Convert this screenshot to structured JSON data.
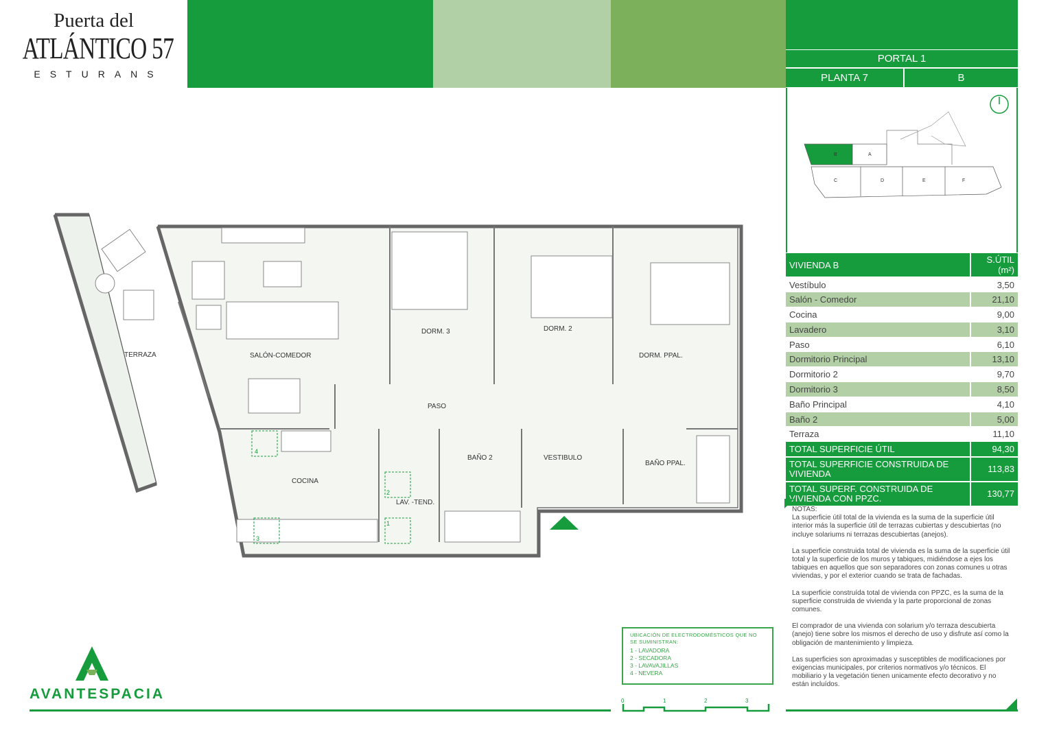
{
  "brand": {
    "line1": "Puerta del",
    "line2": "ATLÁNTICO 57",
    "line3": "ESTURANS"
  },
  "header": {
    "portal": "PORTAL 1",
    "planta": "PLANTA 7",
    "vivienda": "B",
    "colors": [
      "#169c3c",
      "#b2d0a6",
      "#7db05a"
    ]
  },
  "keyplan": {
    "labels": [
      "B",
      "A",
      "C",
      "D",
      "E",
      "F"
    ]
  },
  "rooms": {
    "terraza": "TERRAZA",
    "salon": "SALÓN-COMEDOR",
    "dorm3": "DORM. 3",
    "dorm2": "DORM. 2",
    "dormppal": "DORM. PPAL.",
    "paso": "PASO",
    "bano2": "BAÑO 2",
    "vestibulo": "VESTIBULO",
    "banoppal": "BAÑO PPAL.",
    "cocina": "COCINA",
    "lav": "LAV. -TEND.",
    "markers": [
      "1",
      "2",
      "3",
      "4"
    ]
  },
  "table": {
    "header": [
      "VIVIENDA B",
      "S.ÚTIL (m²)"
    ],
    "rows": [
      {
        "name": "Vestíbulo",
        "value": "3,50"
      },
      {
        "name": "Salón - Comedor",
        "value": "21,10"
      },
      {
        "name": "Cocina",
        "value": "9,00"
      },
      {
        "name": "Lavadero",
        "value": "3,10"
      },
      {
        "name": "Paso",
        "value": "6,10"
      },
      {
        "name": "Dormitorio Principal",
        "value": "13,10"
      },
      {
        "name": "Dormitorio 2",
        "value": "9,70"
      },
      {
        "name": "Dormitorio 3",
        "value": "8,50"
      },
      {
        "name": "Baño Principal",
        "value": "4,10"
      },
      {
        "name": "Baño 2",
        "value": "5,00"
      },
      {
        "name": "Terraza",
        "value": "11,10"
      }
    ],
    "totals": [
      {
        "name": "TOTAL SUPERFICIE ÚTIL",
        "value": "94,30"
      },
      {
        "name": "TOTAL SUPERFICIE CONSTRUIDA DE VIVIENDA",
        "value": "113,83"
      },
      {
        "name": "TOTAL SUPERF. CONSTRUIDA DE VIVIENDA CON PPZC.",
        "value": "130,77"
      }
    ]
  },
  "notes": {
    "title": "NOTAS:",
    "paragraphs": [
      "La superficie útil total de la vivienda es la suma de la superficie útil interior más la superficie útil de terrazas cubiertas y descubiertas (no incluye solariums ni terrazas descubiertas (anejos).",
      "La superficie construida total de vivienda es la suma de la superficie útil total y la superficie de los muros y tabiques, midiéndose a ejes los tabiques en aquellos que son separadores con zonas comunes u otras viviendas, y por el exterior cuando se trata de fachadas.",
      "La superficie construída total de vivienda con PPZC, es la suma de la superficie construida de vivienda y la parte proporcional de zonas comunes.",
      "El comprador de una vivienda con solarium y/o terraza descubierta (anejo) tiene sobre los mismos el derecho de uso y disfrute así como la obligación de mantenimiento y limpieza.",
      "Las superficies son aproximadas y susceptibles de modificaciones por exigencias municipales, por criterios normativos y/o técnicos. El mobiliario y la vegetación tienen unicamente efecto decorativo y no están incluídos."
    ]
  },
  "legend": {
    "title": "UBICACIÓN DE ELECTRODOMÉSTICOS QUE NO SE SUMINISTRAN:",
    "items": [
      "1 - LAVADORA",
      "2 - SECADORA",
      "3 - LAVAVAJILLAS",
      "4 - NEVERA"
    ]
  },
  "scale": {
    "ticks": [
      "0",
      "1",
      "2",
      "3"
    ]
  },
  "developer": {
    "name": "AVANTESPACIA"
  }
}
